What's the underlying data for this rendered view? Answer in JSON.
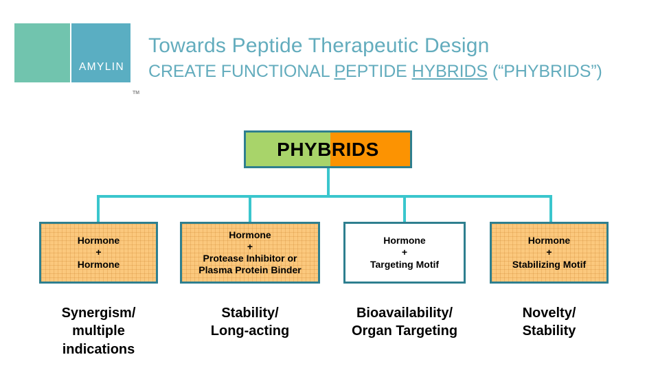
{
  "header": {
    "logo": {
      "wordmark": "AMYLIN",
      "trademark": "TM",
      "green_color": "#71c4ae",
      "blue_color": "#5aaec2"
    },
    "title": "Towards Peptide Therapeutic Design",
    "subtitle": {
      "part1": "CREATE FUNCTIONAL ",
      "p_underlined": "P",
      "part2": "EPTIDE ",
      "hybrids_underlined": "HYBRIDS",
      "part3": " (“PHYBRIDS”)"
    },
    "accent_color": "#63acbd"
  },
  "diagram": {
    "root": {
      "label": "PHYBRIDS",
      "left_half_color": "#a8d46a",
      "right_half_color": "#fc9302",
      "border_color": "#2e7f8f"
    },
    "connector_color": "#3ac6cd",
    "nodes": [
      {
        "id": "hormone-hormone",
        "lines": [
          "Hormone",
          "+",
          "Hormone"
        ],
        "filled": true,
        "caption": [
          "Synergism/",
          "multiple",
          "indications"
        ]
      },
      {
        "id": "hormone-protease-inhibitor",
        "lines": [
          "Hormone",
          "+",
          "Protease Inhibitor or",
          "Plasma Protein Binder"
        ],
        "filled": true,
        "caption": [
          "Stability/",
          "Long-acting"
        ]
      },
      {
        "id": "hormone-targeting-motif",
        "lines": [
          "Hormone",
          "+",
          "Targeting Motif"
        ],
        "filled": false,
        "caption": [
          "Bioavailability/",
          "Organ Targeting"
        ]
      },
      {
        "id": "hormone-stabilizing-motif",
        "lines": [
          "Hormone",
          "+",
          "Stabilizing Motif"
        ],
        "filled": true,
        "caption": [
          "Novelty/",
          "Stability"
        ]
      }
    ]
  }
}
